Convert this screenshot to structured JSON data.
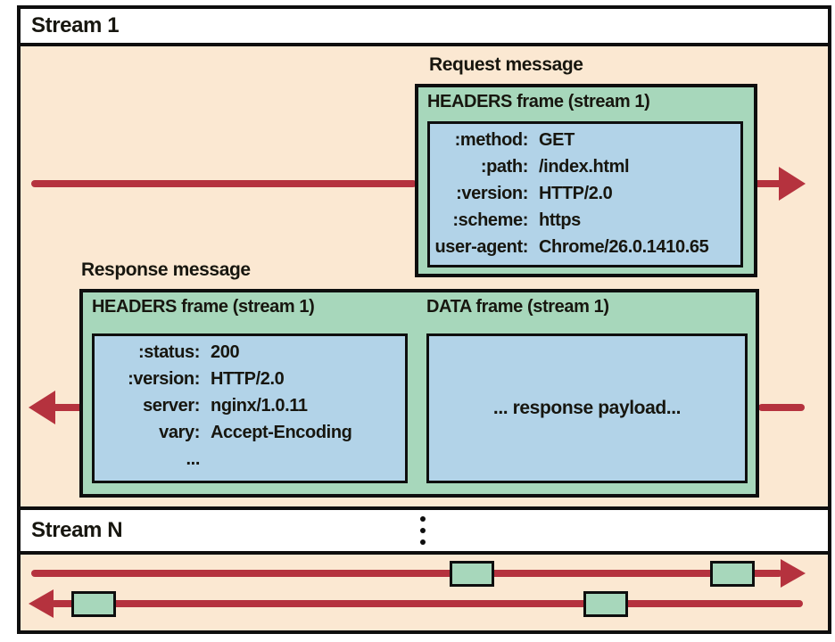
{
  "colors": {
    "peach": "#fbe8d2",
    "green": "#a7d7bb",
    "blue": "#b2d3e8",
    "red": "#b5323e",
    "border": "#0e0e0e",
    "ink": "#17160f",
    "white": "#ffffff"
  },
  "bands": {
    "stream1_label": "Stream 1",
    "streamN_label": "Stream N"
  },
  "request": {
    "label": "Request message",
    "frame_title": "HEADERS frame (stream 1)",
    "fields": [
      {
        "key": ":method:",
        "value": "GET"
      },
      {
        "key": ":path:",
        "value": "/index.html"
      },
      {
        "key": ":version:",
        "value": "HTTP/2.0"
      },
      {
        "key": ":scheme:",
        "value": "https"
      },
      {
        "key": "user-agent:",
        "value": "Chrome/26.0.1410.65"
      }
    ]
  },
  "response": {
    "label": "Response message",
    "headers_frame_title": "HEADERS frame (stream 1)",
    "data_frame_title": "DATA frame (stream 1)",
    "fields": [
      {
        "key": ":status:",
        "value": "200"
      },
      {
        "key": ":version:",
        "value": "HTTP/2.0"
      },
      {
        "key": "server:",
        "value": "nginx/1.0.11"
      },
      {
        "key": "vary:",
        "value": "Accept-Encoding"
      },
      {
        "key": "...",
        "value": ""
      }
    ],
    "payload": "... response payload..."
  }
}
